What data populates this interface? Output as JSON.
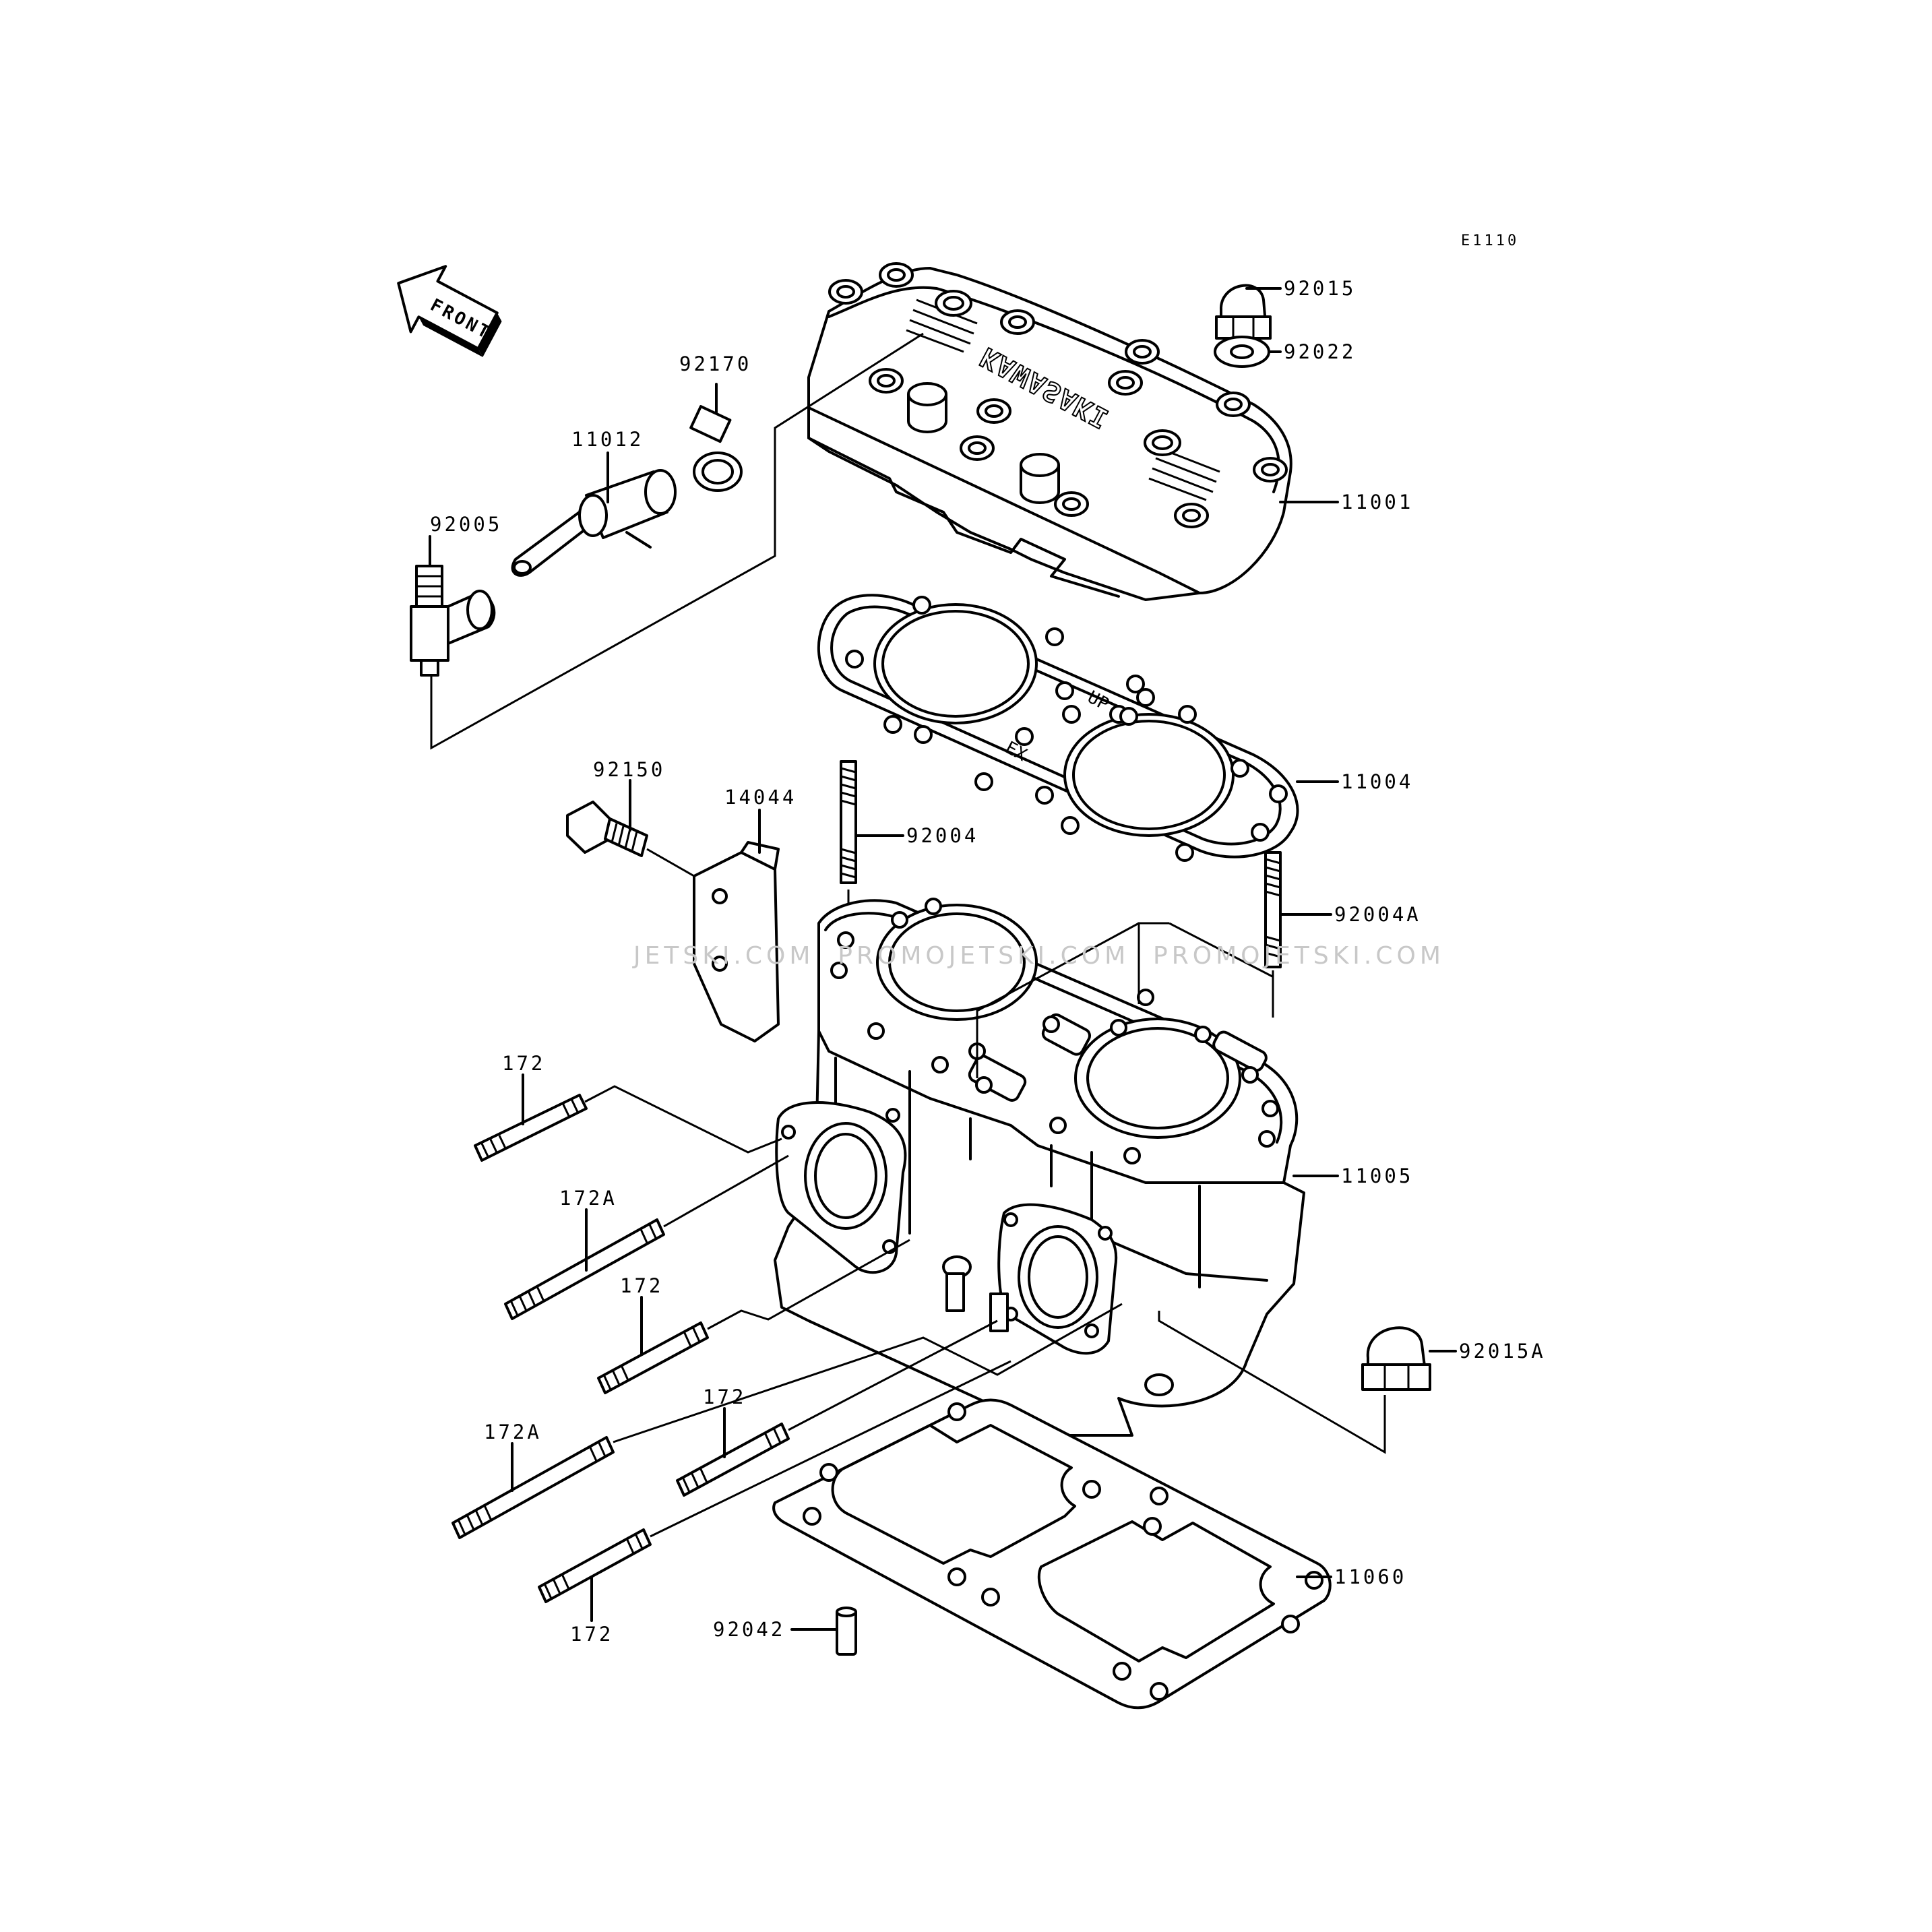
{
  "diagram_code": "E1110",
  "front_arrow": "FRONT",
  "watermark": "JETSKI.COM  PROMOJETSKI.COM  PROMOJETSKI.COM",
  "head_logo": "KAWASAKI",
  "gasket_marks": {
    "up": "UP",
    "ex": "EX"
  },
  "parts": {
    "p92015": "92015",
    "p92022": "92022",
    "p92170": "92170",
    "p11012": "11012",
    "p92005": "92005",
    "p11001": "11001",
    "p11004": "11004",
    "p92150": "92150",
    "p14044": "14044",
    "p92004": "92004",
    "p92004A": "92004A",
    "p172_a": "172",
    "p172A_a": "172A",
    "p172_b": "172",
    "p11005": "11005",
    "p92015A": "92015A",
    "p172A_b": "172A",
    "p172_c": "172",
    "p172_d": "172",
    "p11060": "11060",
    "p92042": "92042"
  }
}
